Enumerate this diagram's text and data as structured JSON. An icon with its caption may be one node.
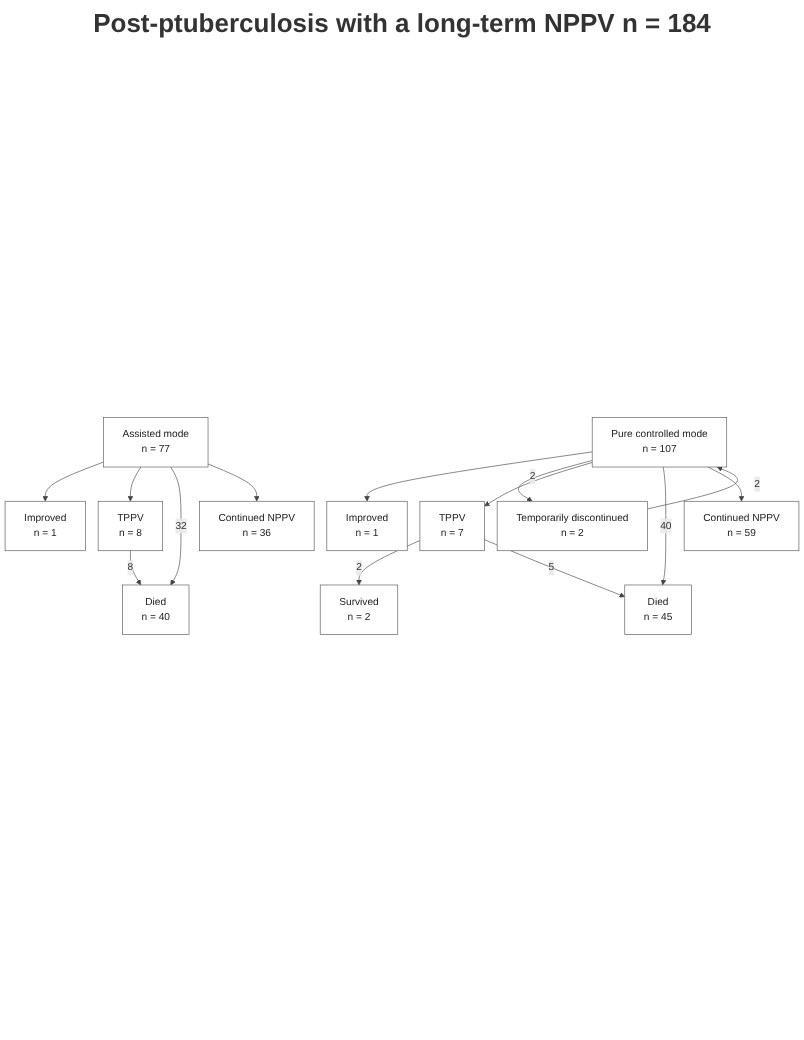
{
  "diagram": {
    "title": "Post-ptuberculosis with a long-term NPPV n = 184",
    "nodes": [
      {
        "text": [
          "Assisted mode",
          "n = 77"
        ]
      },
      {
        "text": [
          "Pure controlled mode",
          "n = 107"
        ]
      },
      {
        "text": [
          "Improved",
          "n = 1"
        ]
      },
      {
        "text": [
          "Improved",
          "n = 1"
        ]
      },
      {
        "text": [
          "Temporarily discontinued",
          "n = 2"
        ]
      },
      {
        "text": [
          "TPPV",
          "n = 8"
        ]
      },
      {
        "text": [
          "TPPV",
          "n = 7"
        ]
      },
      {
        "text": [
          "Survived",
          "n = 2"
        ]
      },
      {
        "text": [
          "Died",
          "n = 40"
        ]
      },
      {
        "text": [
          "Died",
          "n = 45"
        ]
      },
      {
        "text": [
          "Continued NPPV",
          "n = 36"
        ]
      },
      {
        "text": [
          "Continued NPPV",
          "n = 59"
        ]
      }
    ],
    "edges": [
      {
        "from": 0,
        "to": 2,
        "arrow": "to"
      },
      {
        "from": 1,
        "to": 3,
        "arrow": "to"
      },
      {
        "from": 1,
        "to": 4,
        "label": "2",
        "arrow": "to"
      },
      {
        "from": 4,
        "to": 1,
        "label": "2",
        "arrow": "to"
      },
      {
        "from": 0,
        "to": 5,
        "arrow": "to"
      },
      {
        "from": 1,
        "to": 6,
        "arrow": "to"
      },
      {
        "from": 6,
        "to": 7,
        "label": "2",
        "arrow": "to"
      },
      {
        "from": 5,
        "to": 8,
        "label": "8",
        "arrow": "to"
      },
      {
        "from": 6,
        "to": 9,
        "label": "5",
        "arrow": "to"
      },
      {
        "from": 0,
        "to": 8,
        "label": "32",
        "arrow": "to"
      },
      {
        "from": 1,
        "to": 9,
        "label": "40",
        "arrow": "to"
      },
      {
        "from": 0,
        "to": 10,
        "arrow": "to"
      },
      {
        "from": 1,
        "to": 11,
        "arrow": "to"
      }
    ]
  }
}
